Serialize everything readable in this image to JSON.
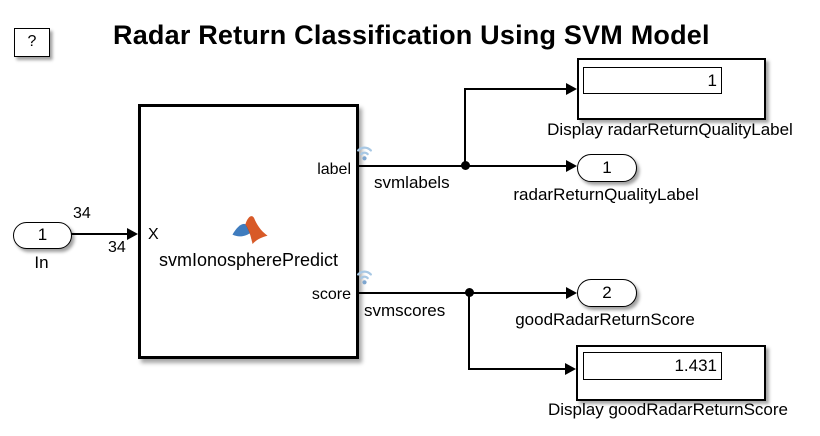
{
  "title": "Radar Return Classification Using SVM Model",
  "help_block": {
    "label": "?"
  },
  "inport": {
    "value": "1",
    "name": "In",
    "dim_above": "34",
    "dim_below": "34"
  },
  "main_block": {
    "name": "svmIonospherePredict",
    "input_port_label": "X",
    "output_port_labels": {
      "top": "label",
      "bottom": "score"
    }
  },
  "signal_names": {
    "labels": "svmlabels",
    "scores": "svmscores"
  },
  "outports": [
    {
      "value": "1",
      "name": "radarReturnQualityLabel"
    },
    {
      "value": "2",
      "name": "goodRadarReturnScore"
    }
  ],
  "displays": [
    {
      "value": "1",
      "name": "Display radarReturnQualityLabel"
    },
    {
      "value": "1.431",
      "name": "Display goodRadarReturnScore"
    }
  ],
  "colors": {
    "logo_orange": "#d85a28",
    "logo_orange_dark": "#a33f1b",
    "logo_blue": "#3f7cbe",
    "badge_arc": "#a8c8e4",
    "badge_dot": "#7ea6cf"
  }
}
